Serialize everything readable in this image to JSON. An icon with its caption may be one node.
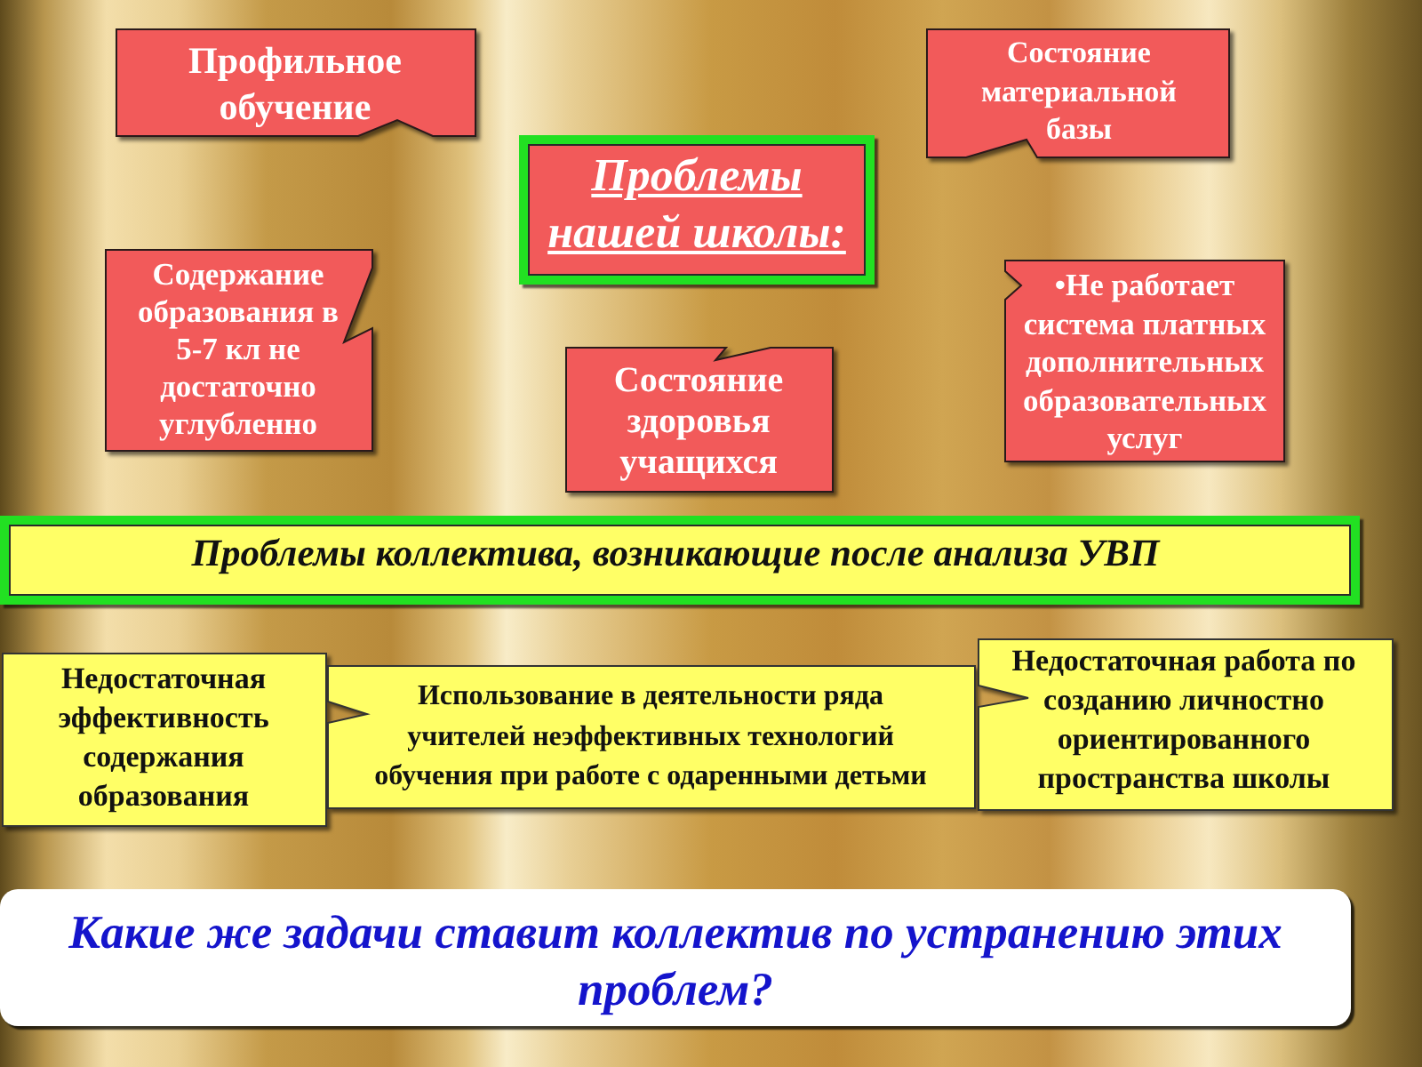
{
  "diagram": {
    "nodes": [
      {
        "text": [
          "Профильное обучение"
        ]
      },
      {
        "text": [
          "Состояние материальной базы"
        ]
      },
      {
        "text": [
          "Проблемы нашей школы:"
        ]
      },
      {
        "text": [
          "Содержание образования в 5-7 кл не достаточно углубленно"
        ]
      },
      {
        "text": [
          "•Не работает система платных дополнительных образовательных услуг"
        ]
      },
      {
        "text": [
          "Состояние здоровья учащихся"
        ]
      },
      {
        "text": [
          "Проблемы коллектива, возникающие после анализа УВП"
        ]
      },
      {
        "text": [
          "Недостаточная эффективность содержания образования"
        ]
      },
      {
        "text": [
          "Использование в деятельности ряда учителей неэффективных технологий обучения при работе с одаренными детьми"
        ]
      },
      {
        "text": [
          "Недостаточная работа по созданию личностно ориентированного пространства школы"
        ]
      },
      {
        "text": [
          "Какие же задачи ставит коллектив по устранению этих проблем?"
        ]
      }
    ]
  }
}
